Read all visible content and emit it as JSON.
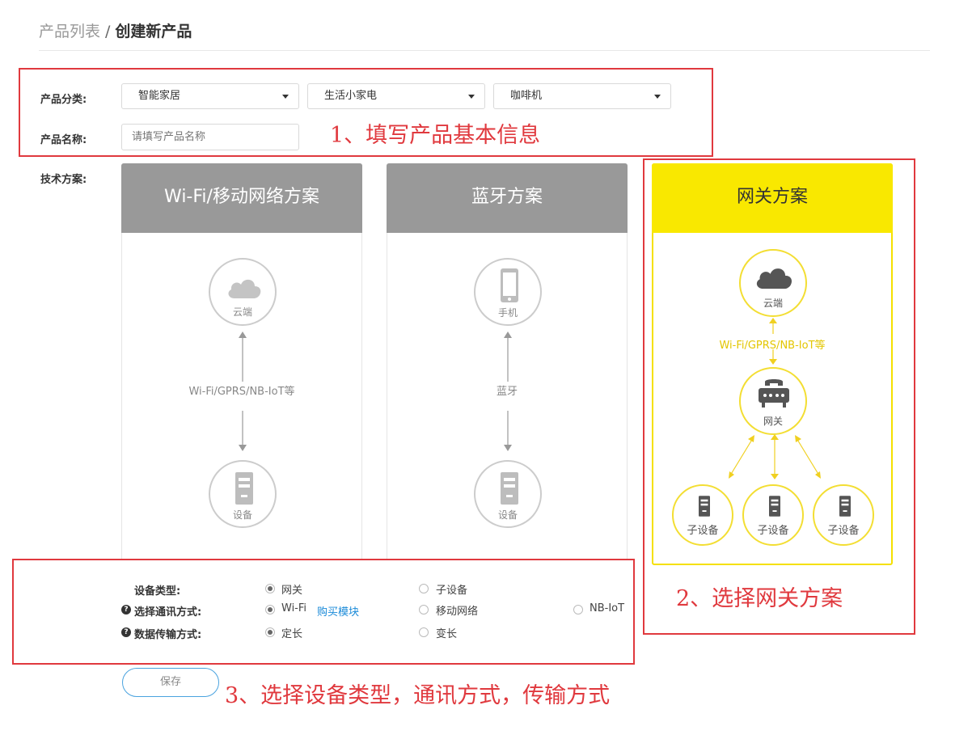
{
  "breadcrumb": {
    "prev": "产品列表",
    "separator": "/",
    "current": "创建新产品"
  },
  "form": {
    "category_label": "产品分类:",
    "category_selects": [
      "智能家居",
      "生活小家电",
      "咖啡机"
    ],
    "name_label": "产品名称:",
    "name_placeholder": "请填写产品名称",
    "tech_label": "技术方案:"
  },
  "annotations": {
    "step1": "1、填写产品基本信息",
    "step2": "2、选择网关方案",
    "step3": "3、选择设备类型，通讯方式，传输方式"
  },
  "cards": {
    "wifi": {
      "title": "Wi-Fi/移动网络方案",
      "top": "云端",
      "link": "Wi-Fi/GPRS/NB-IoT等",
      "bottom": "设备"
    },
    "bt": {
      "title": "蓝牙方案",
      "top": "手机",
      "link": "蓝牙",
      "bottom": "设备"
    },
    "gw": {
      "title": "网关方案",
      "top": "云端",
      "link": "Wi-Fi/GPRS/NB-IoT等",
      "mid": "网关",
      "sub": [
        "子设备",
        "子设备",
        "子设备"
      ]
    }
  },
  "options": {
    "device_type": {
      "label": "设备类型:",
      "choices": [
        "网关",
        "子设备"
      ],
      "selected": 0
    },
    "comm": {
      "label": "选择通讯方式:",
      "choices": [
        "Wi-Fi",
        "移动网络",
        "NB-IoT"
      ],
      "selected": 0,
      "buy_link": "购买模块"
    },
    "transfer": {
      "label": "数据传输方式:",
      "choices": [
        "定长",
        "变长"
      ],
      "selected": 0
    }
  },
  "save_label": "保存",
  "colors": {
    "accent_red": "#e0393e",
    "gateway_yellow": "#f9e800",
    "link_blue": "#1a8ad8",
    "card_gray": "#999999"
  }
}
